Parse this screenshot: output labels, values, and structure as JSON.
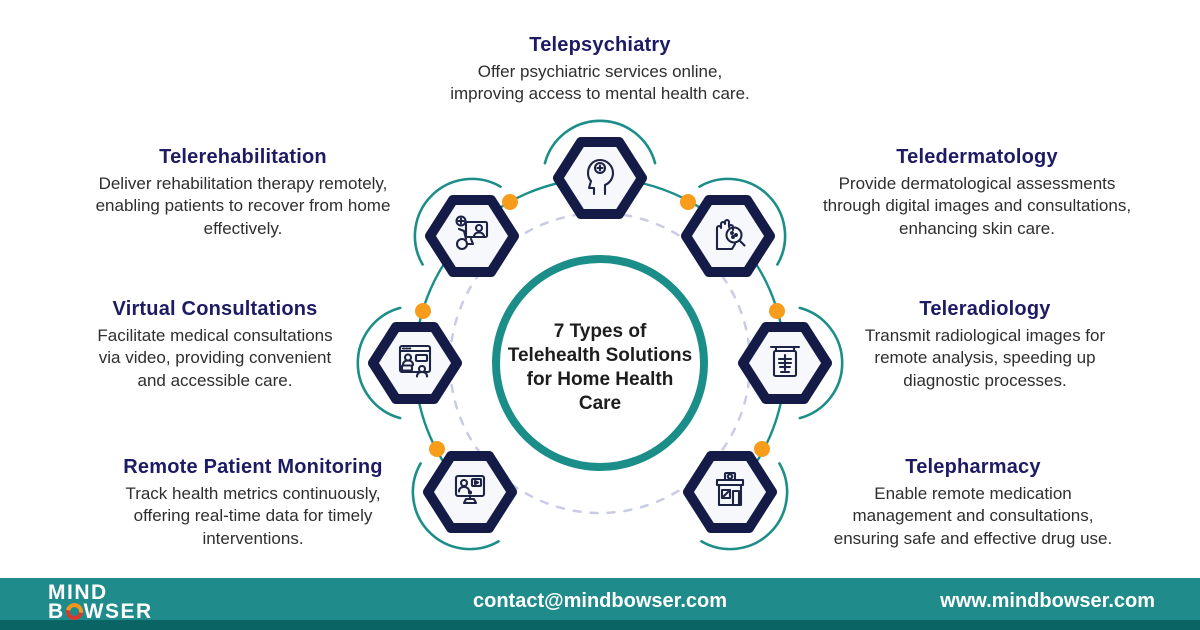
{
  "center_circle": {
    "title": "7 Types of\nTelehealth Solutions\nfor Home Health\nCare"
  },
  "items": [
    {
      "name": "telepsychiatry",
      "title": "Telepsychiatry",
      "description": "Offer psychiatric services online,\nimproving access to mental health care.",
      "icon": "head-with-cross-icon"
    },
    {
      "name": "telerehabilitation",
      "title": "Telerehabilitation",
      "description": "Deliver rehabilitation therapy remotely,\nenabling patients to recover from home\neffectively.",
      "icon": "wheelchair-telescreen-icon"
    },
    {
      "name": "virtual-consultations",
      "title": "Virtual Consultations",
      "description": "Facilitate medical consultations\nvia video, providing convenient\nand accessible care.",
      "icon": "video-chat-icon"
    },
    {
      "name": "remote-patient-monitoring",
      "title": "Remote Patient Monitoring",
      "description": "Track health metrics continuously,\noffering real-time data for timely\ninterventions.",
      "icon": "monitor-patient-icon"
    },
    {
      "name": "teledermatology",
      "title": "Teledermatology",
      "description": "Provide dermatological assessments\nthrough digital images and consultations,\nenhancing skin care.",
      "icon": "hand-magnifier-icon"
    },
    {
      "name": "teleradiology",
      "title": "Teleradiology",
      "description": "Transmit radiological images for\nremote analysis, speeding up\ndiagnostic processes.",
      "icon": "xray-screen-icon"
    },
    {
      "name": "telepharmacy",
      "title": "Telepharmacy",
      "description": "Enable remote medication\nmanagement and consultations,\nensuring safe and effective drug use.",
      "icon": "pharmacy-store-icon"
    }
  ],
  "footer": {
    "logo_line1": "MIND",
    "logo_line2_b": "B",
    "logo_line2_wser": "WSER",
    "email": "contact@mindbowser.com",
    "website": "www.mindbowser.com"
  },
  "colors": {
    "teal": "#1b8e8a",
    "hex_navy": "#141b46",
    "title_navy": "#1c1b64",
    "orange": "#f89c1c",
    "footer_teal": "#208b8b",
    "footer_strip": "#0a6464",
    "dashed_ring": "#c9cbe8"
  }
}
